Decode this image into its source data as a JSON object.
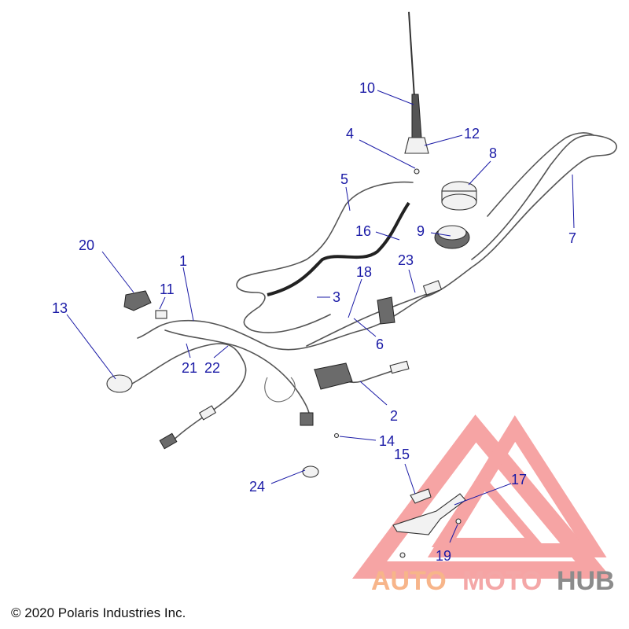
{
  "copyright": "© 2020 Polaris Industries Inc.",
  "watermark": {
    "word_a": "AUTO",
    "word_b": "MOTO",
    "word_c": "HUB",
    "color_a": "#f7b58a",
    "color_b": "#f4a7a7",
    "color_c": "#8c8c8c",
    "logo_color": "#ef5a5a"
  },
  "callouts": {
    "c1": "1",
    "c2": "2",
    "c3": "3",
    "c4": "4",
    "c5": "5",
    "c6": "6",
    "c7": "7",
    "c8": "8",
    "c9": "9",
    "c10": "10",
    "c11": "11",
    "c12": "12",
    "c13": "13",
    "c14": "14",
    "c15": "15",
    "c16": "16",
    "c17": "17",
    "c18": "18",
    "c19": "19",
    "c20": "20",
    "c21": "21",
    "c22": "22",
    "c23": "23",
    "c24": "24"
  },
  "colors": {
    "callout": "#1a1aa6",
    "wire": "#555555"
  }
}
